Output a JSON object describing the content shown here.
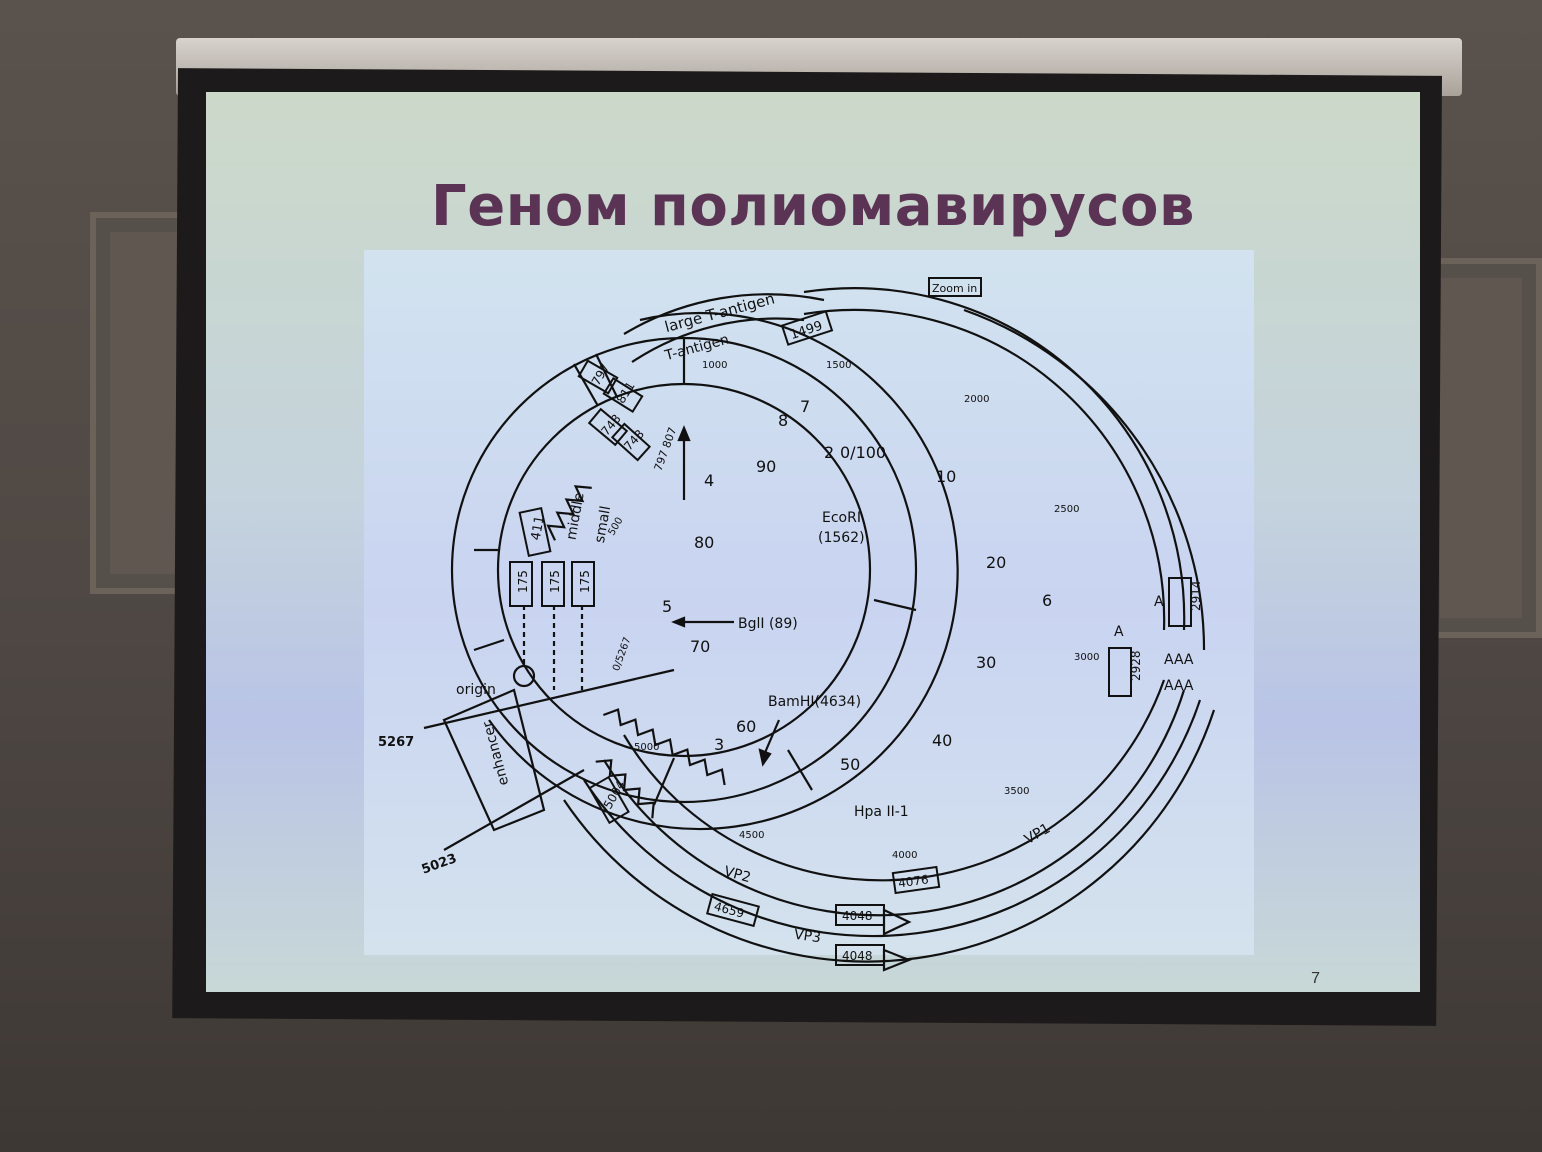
{
  "slide": {
    "title": "Геном полиомавирусов",
    "number": "7"
  },
  "diagram": {
    "zoom_label": "Zoom in",
    "arcs": {
      "large_t": "large T-antigen",
      "small_t": "T-antigen",
      "middle": "middle",
      "small": "small",
      "enhancer": "enhancer",
      "origin": "origin",
      "vp1": "VP1",
      "vp2": "VP2",
      "vp3": "VP3"
    },
    "boxes": {
      "b1499": "1499",
      "b797": "797",
      "b811": "811",
      "b748a": "748",
      "b748b": "748",
      "b411": "411",
      "b175a": "175",
      "b175b": "175",
      "b175c": "175",
      "b2914": "2914",
      "b2928": "2928",
      "b4076": "4076",
      "b5004": "5004",
      "b4048a": "4048",
      "b4048b": "4048",
      "b4659": "4659"
    },
    "outer_ticks": {
      "t500": "500",
      "t1000": "1000",
      "t1500": "1500",
      "t2000": "2000",
      "t2500": "2500",
      "t3000": "3000",
      "t3500": "3500",
      "t4000": "4000",
      "t4500": "4500",
      "t5000": "5000",
      "t5267": "0/5267",
      "t797807": "797 807"
    },
    "segments": {
      "s2": "2",
      "s3": "3",
      "s4": "4",
      "s5": "5",
      "s6": "6",
      "s7": "7",
      "s8": "8"
    },
    "inner_ticks": {
      "i0": "0/100",
      "i10": "10",
      "i20": "20",
      "i30": "30",
      "i40": "40",
      "i50": "50",
      "i60": "60",
      "i70": "70",
      "i80": "80",
      "i90": "90"
    },
    "sites": {
      "ecori": "EcoRI",
      "ecori_pos": "(1562)",
      "bgli": "BglI (89)",
      "bamhi": "BamHI(4634)",
      "hpaii": "Hpa II-1"
    },
    "ends": {
      "e5267": "5267",
      "e5023": "5023",
      "a1": "A",
      "a2": "A",
      "a3": "AAA",
      "a4": "AAA"
    }
  }
}
